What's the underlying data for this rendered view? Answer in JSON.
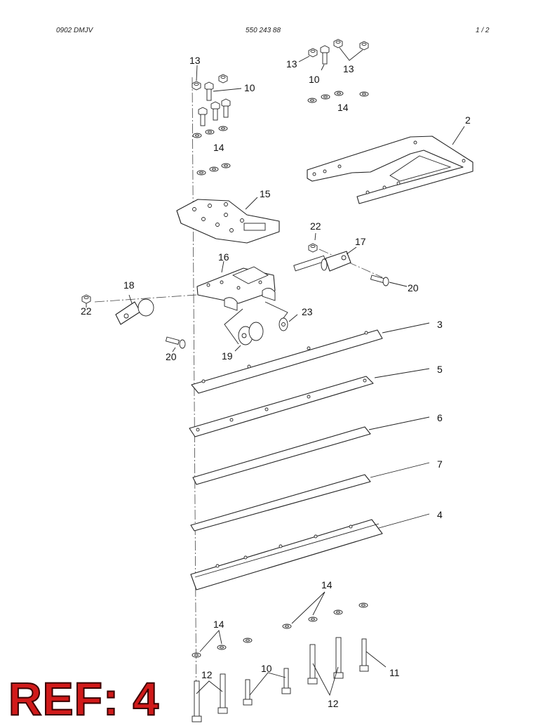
{
  "header": {
    "left": "0902 DMJV",
    "center": "550 243 88",
    "right": "1 /  2"
  },
  "callouts": {
    "c13a": "13",
    "c10a": "10",
    "c14a": "14",
    "c13b": "13",
    "c10b": "10",
    "c13c": "13",
    "c14b": "14",
    "c2": "2",
    "c15": "15",
    "c22a": "22",
    "c17": "17",
    "c20a": "20",
    "c16": "16",
    "c18": "18",
    "c22b": "22",
    "c23": "23",
    "c19": "19",
    "c20b": "20",
    "c3": "3",
    "c5": "5",
    "c6": "6",
    "c7": "7",
    "c4": "4",
    "c14c": "14",
    "c14d": "14",
    "c10c": "10",
    "c11": "11",
    "c12a": "12",
    "c12b": "12"
  },
  "stamp": {
    "text": "REF: 4",
    "color": "#d11a1a"
  }
}
